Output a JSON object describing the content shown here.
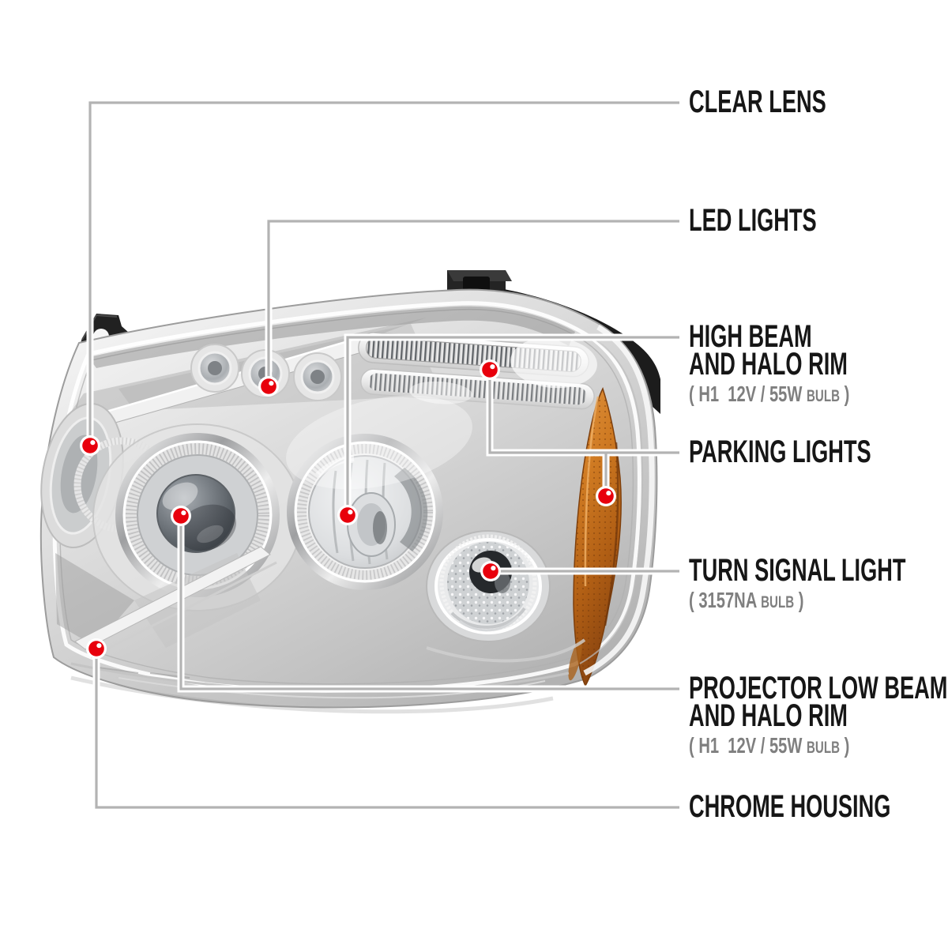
{
  "colors": {
    "dot_red": "#e8000c",
    "line_gray": "#b3b3b3",
    "label_black": "#161616",
    "spec_gray": "#7f7f7f",
    "amber": "#c8731f",
    "chrome_light": "#f2f2f2",
    "chrome_dark": "#6e6e6e",
    "bracket_black": "#1f1f1f"
  },
  "diagram": {
    "subject": "chrome-projector-headlight",
    "callouts": [
      {
        "id": "clear-lens",
        "label_lines": [
          "CLEAR LENS"
        ]
      },
      {
        "id": "led-lights",
        "label_lines": [
          "LED LIGHTS"
        ]
      },
      {
        "id": "high-beam-and-halo-rim",
        "label_lines": [
          "HIGH BEAM",
          "AND HALO RIM"
        ],
        "spec": {
          "prefix": "( H1  12V / 55W ",
          "bulb": "BULB",
          "suffix": " )"
        }
      },
      {
        "id": "parking-lights",
        "label_lines": [
          "PARKING LIGHTS"
        ]
      },
      {
        "id": "turn-signal-light",
        "label_lines": [
          "TURN SIGNAL LIGHT"
        ],
        "spec": {
          "prefix": "( 3157NA ",
          "bulb": "BULB",
          "suffix": " )"
        }
      },
      {
        "id": "projector-low-beam-and-halo-rim",
        "label_lines": [
          "PROJECTOR LOW BEAM",
          "AND HALO RIM"
        ],
        "spec": {
          "prefix": "( H1  12V / 55W ",
          "bulb": "BULB",
          "suffix": " )"
        }
      },
      {
        "id": "chrome-housing",
        "label_lines": [
          "CHROME HOUSING"
        ]
      }
    ]
  }
}
